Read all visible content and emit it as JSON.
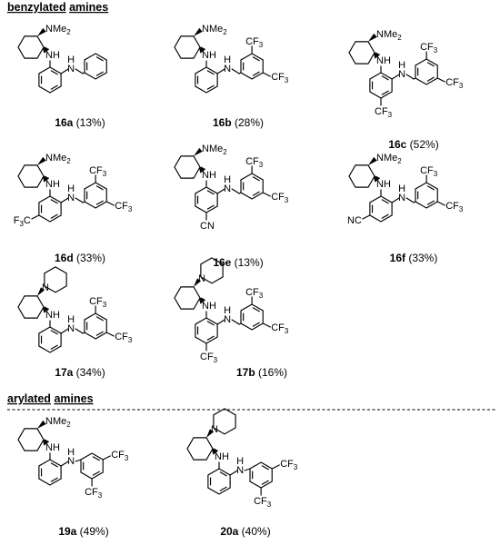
{
  "sections": {
    "benzylated": {
      "word1": "benzylated",
      "word2": "amines"
    },
    "arylated": {
      "word1": "arylated",
      "word2": "amines"
    }
  },
  "atoms": {
    "nme2": "NMe",
    "nme2_sub": "2",
    "nh": "NH",
    "h": "H",
    "n": "N",
    "cf3": "CF",
    "cf3_sub": "3",
    "f3c": "F",
    "f3c_sub": "3",
    "f3c_c": "C",
    "cn": "CN",
    "nc": "NC"
  },
  "compounds": [
    {
      "id": "16a",
      "yield": " (13%)"
    },
    {
      "id": "16b",
      "yield": " (28%)"
    },
    {
      "id": "16c",
      "yield": " (52%)"
    },
    {
      "id": "16d",
      "yield": " (33%)"
    },
    {
      "id": "16e",
      "yield": " (13%)"
    },
    {
      "id": "16f",
      "yield": " (33%)"
    },
    {
      "id": "17a",
      "yield": " (34%)"
    },
    {
      "id": "17b",
      "yield": " (16%)"
    },
    {
      "id": "19a",
      "yield": " (49%)"
    },
    {
      "id": "20a",
      "yield": " (40%)"
    }
  ]
}
